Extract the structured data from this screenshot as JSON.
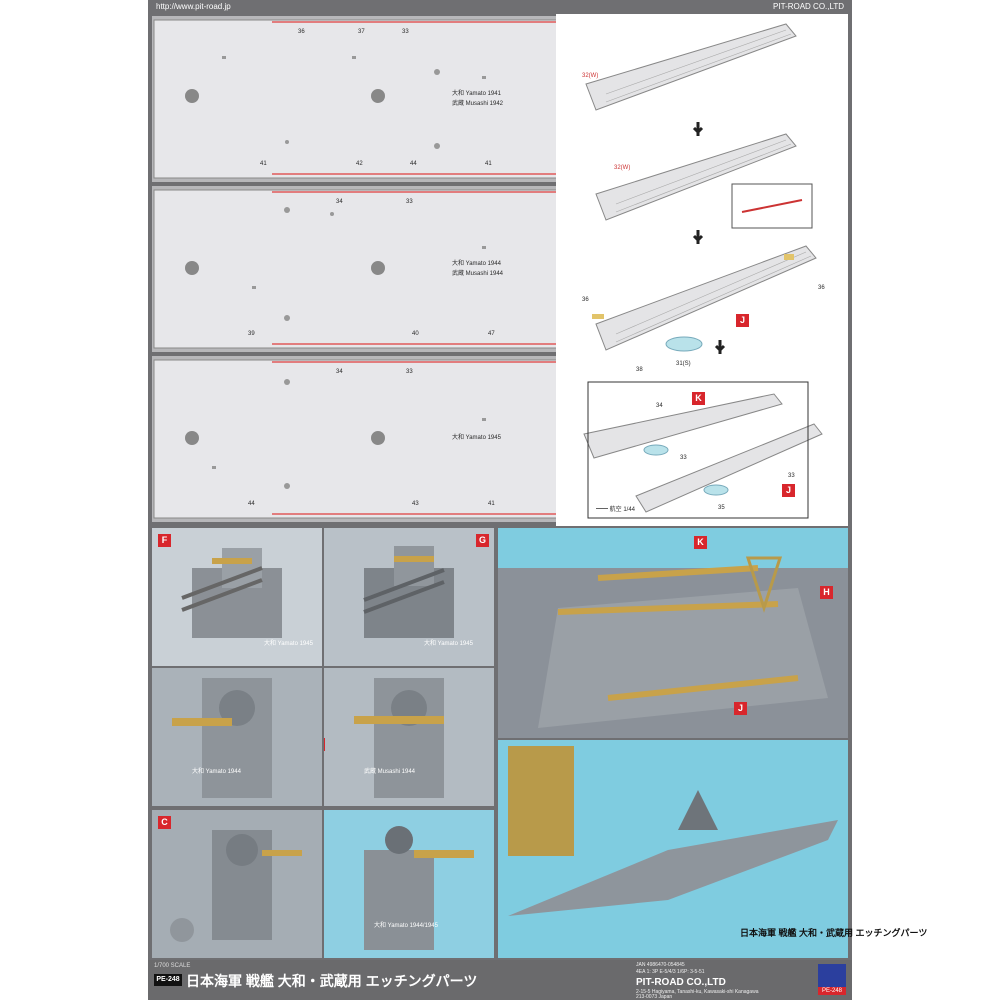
{
  "header": {
    "url": "http://www.pit-road.jp",
    "company": "PIT-ROAD CO.,LTD"
  },
  "decks": [
    {
      "labels": [
        "大和 Yamato 1941",
        "武蔵 Musashi 1942"
      ],
      "top_nums": [
        "36",
        "37",
        "33"
      ],
      "bottom_nums": [
        "41",
        "42",
        "44",
        "41"
      ]
    },
    {
      "labels": [
        "大和 Yamato 1944",
        "武蔵 Musashi 1944"
      ],
      "top_nums": [
        "34",
        "33"
      ],
      "bottom_nums": [
        "39",
        "40",
        "47"
      ]
    },
    {
      "labels": [
        "大和 Yamato 1945"
      ],
      "top_nums": [
        "34",
        "33"
      ],
      "bottom_nums": [
        "44",
        "43",
        "41"
      ]
    }
  ],
  "diagram": {
    "part_labels": [
      "32(W)",
      "32(W)",
      "36",
      "36",
      "38",
      "31(S)",
      "34",
      "33",
      "33",
      "35"
    ],
    "tags": [
      "J",
      "K",
      "J"
    ],
    "legend": "━━ 航空 1/44"
  },
  "photos": {
    "tags": [
      "F",
      "G",
      "B",
      "C",
      "K",
      "H",
      "J"
    ],
    "captions": [
      "大和 Yamato 1945",
      "大和 Yamato 1945",
      "大和 Yamato 1944",
      "武蔵 Musashi 1944",
      "大和 Yamato 1944/1945"
    ]
  },
  "product_label": "日本海軍 戦艦 大和・武蔵用 エッチングパーツ",
  "footer": {
    "top_text": "1/700 SCALE",
    "code": "PE-248",
    "title": "日本海軍 戦艦 大和・武蔵用 エッチングパーツ",
    "small1": "JAN 4986470-054845",
    "small2": "4EA 1: 3P E-5/4/3 1/6P: 3-5-51",
    "company": "PIT-ROAD CO.,LTD",
    "small3": "2-15-5 Hagiyama, Tanashi-ku, Kawasaki-shi Kanagawa",
    "small4": "213-0073 Japan",
    "logo_code": "PE-248"
  }
}
